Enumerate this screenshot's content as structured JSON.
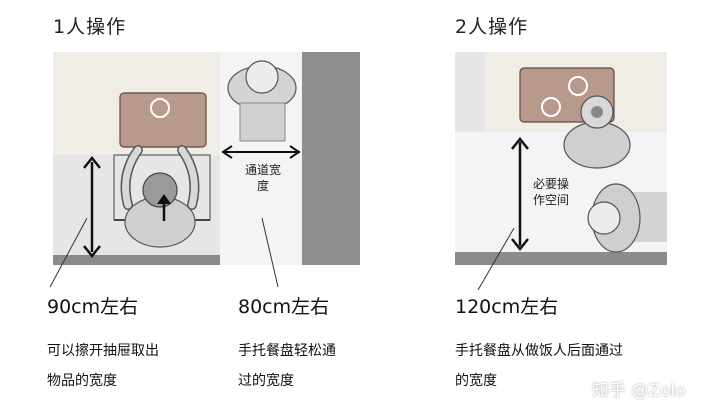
{
  "left": {
    "title": "1人操作",
    "label_width": "通道宽度",
    "dim_a": "90cm左右",
    "dim_b": "80cm左右",
    "desc_a_line1": "可以擦开抽屉取出",
    "desc_a_line2": "物品的宽度",
    "desc_b_line1": "手托餐盘轻松通",
    "desc_b_line2": "过的宽度"
  },
  "right": {
    "title": "2人操作",
    "label_space_line1": "必要操",
    "label_space_line2": "作空间",
    "dim": "120cm左右",
    "desc_line1": "手托餐盘从做饭人后面通过",
    "desc_line2": "的宽度"
  },
  "watermark": "知乎 @Zolo"
}
